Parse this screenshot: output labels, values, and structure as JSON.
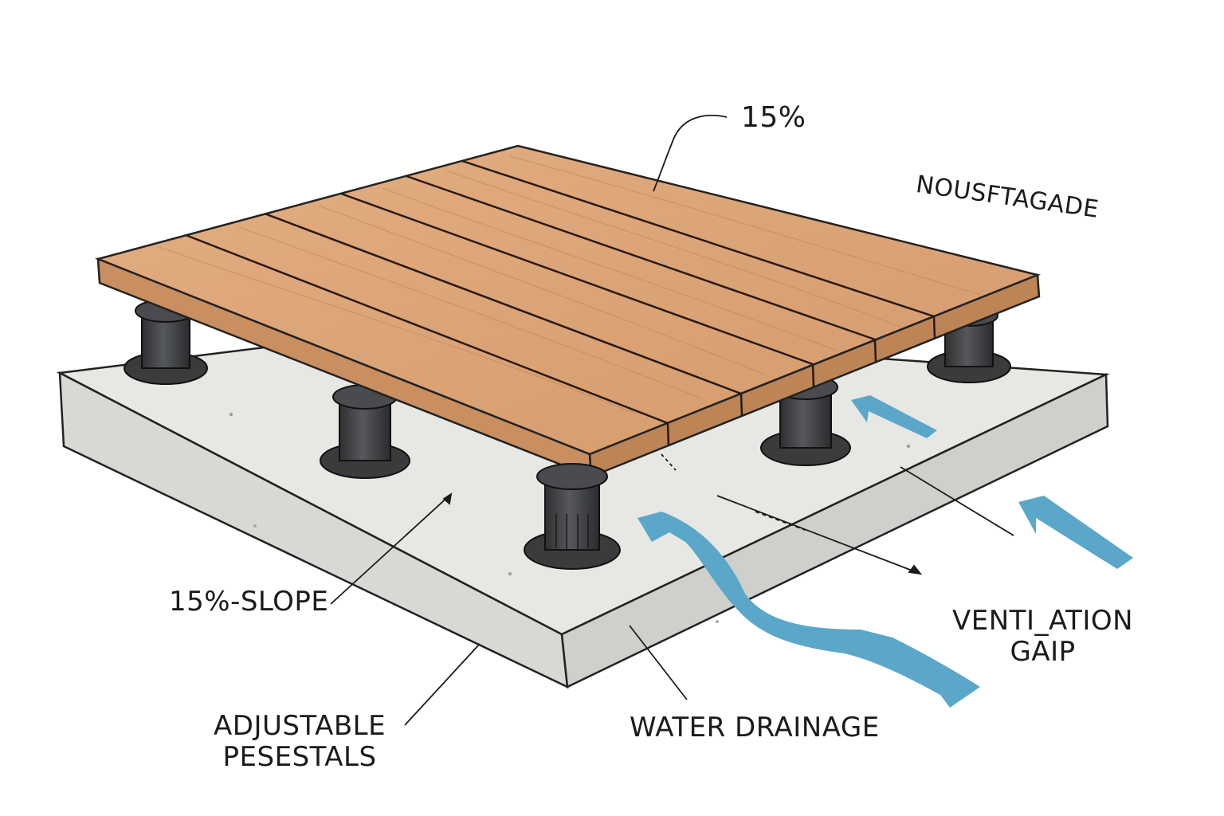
{
  "labels": {
    "top_percent": "15%",
    "facade": "NOUSFTAGADE",
    "slope": "15%-SLOPE",
    "pedestals_line1": "ADJUSTABLE",
    "pedestals_line2": "PESESTALS",
    "drainage": "WATER DRAINAGE",
    "ventilation_line1": "VENTI_ATION",
    "ventilation_line2": "GAIP"
  },
  "colors": {
    "wood": "#d9a276",
    "wood_edge": "#c48f62",
    "concrete_top": "#e7e7e4",
    "concrete_side": "#d6d6d2",
    "pedestal": "#3f4042",
    "water": "#5aa7c9",
    "ink": "#1b1b1b"
  }
}
